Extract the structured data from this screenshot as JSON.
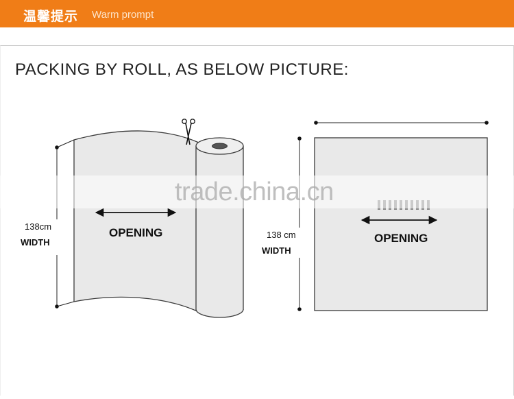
{
  "banner": {
    "title_cn": "温馨提示",
    "title_en": "Warm prompt"
  },
  "heading": "PACKING BY ROLL, AS BELOW PICTURE:",
  "left_diagram": {
    "measure": "138cm",
    "measure_label": "WIDTH",
    "direction_label": "OPENING"
  },
  "right_diagram": {
    "measure": "138 cm",
    "measure_label": "WIDTH",
    "direction_label": "OPENING"
  },
  "watermark": "trade.china.cn",
  "icons": {
    "cutter": "scissors-icon"
  }
}
